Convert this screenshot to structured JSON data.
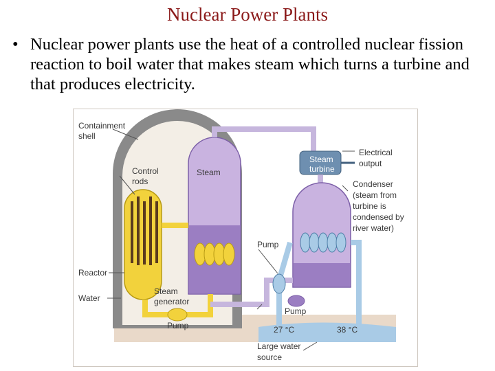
{
  "slide": {
    "title": "Nuclear Power Plants",
    "bullet": "Nuclear power plants use the heat of a controlled nuclear fission reaction to boil water that makes steam which turns a turbine and that produces electricity."
  },
  "diagram": {
    "labels": {
      "containment_line1": "Containment",
      "containment_line2": "shell",
      "control_line1": "Control",
      "control_line2": "rods",
      "steam": "Steam",
      "turbine_line1": "Steam",
      "turbine_line2": "turbine",
      "electrical_line1": "Electrical",
      "electrical_line2": "output",
      "condenser_line1": "Condenser",
      "condenser_line2": "(steam from",
      "condenser_line3": "turbine is",
      "condenser_line4": "condensed by",
      "condenser_line5": "river water)",
      "pump_right": "Pump",
      "reactor": "Reactor",
      "water": "Water",
      "generator_line1": "Steam",
      "generator_line2": "generator",
      "pump_lower": "Pump",
      "pump_bottom": "Pump",
      "temp_cold": "27 °C",
      "temp_hot": "38 °C",
      "source_line1": "Large water",
      "source_line2": "source"
    },
    "colors": {
      "shell": "#8a8a8a",
      "interior": "#f3eee6",
      "reactor": "#f2d23c",
      "steam_gen": "#9b7ec2",
      "steam_light": "#c9b3e0",
      "pipe": "#c6b6dd",
      "water": "#a9cbe6",
      "ground": "#e9d9c9"
    }
  }
}
